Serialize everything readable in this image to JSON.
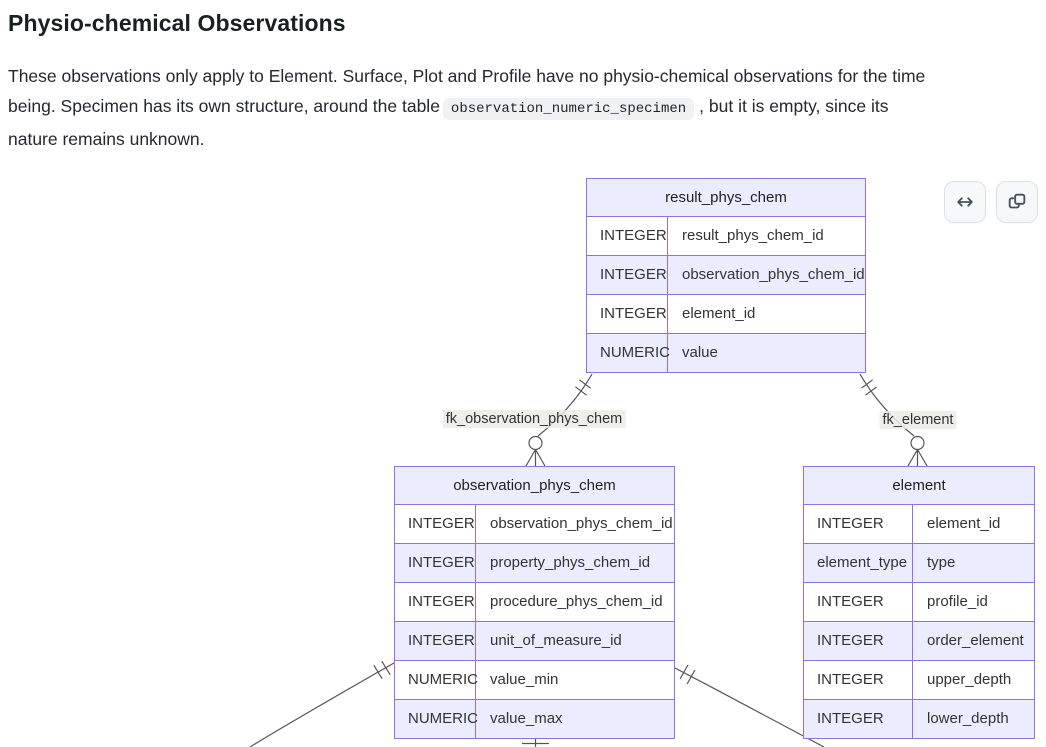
{
  "document": {
    "title": "Physio-chemical Observations",
    "paragraph": {
      "line1": "These observations only apply to Element. Surface, Plot and Profile have no physio-chemical observations for the time",
      "line2_before_code": "being. Specimen has its own structure, around the table",
      "line2_code": "observation_numeric_specimen",
      "line2_after_code": ", but it is empty, since its",
      "line3": "nature remains unknown."
    }
  },
  "toolbar": {
    "expand_icon": "arrows-left-right-icon",
    "copy_icon": "copy-icon"
  },
  "diagram": {
    "type": "er-diagram",
    "relationships": [
      {
        "label": "fk_observation_phys_chem",
        "from": "result_phys_chem",
        "to": "observation_phys_chem",
        "cardinality": "exactly-one to zero-or-many"
      },
      {
        "label": "fk_element",
        "from": "result_phys_chem",
        "to": "element",
        "cardinality": "exactly-one to zero-or-many"
      }
    ],
    "entities": [
      {
        "name": "result_phys_chem",
        "attributes": [
          {
            "type": "INTEGER",
            "name": "result_phys_chem_id"
          },
          {
            "type": "INTEGER",
            "name": "observation_phys_chem_id"
          },
          {
            "type": "INTEGER",
            "name": "element_id"
          },
          {
            "type": "NUMERIC",
            "name": "value"
          }
        ]
      },
      {
        "name": "observation_phys_chem",
        "attributes": [
          {
            "type": "INTEGER",
            "name": "observation_phys_chem_id"
          },
          {
            "type": "INTEGER",
            "name": "property_phys_chem_id"
          },
          {
            "type": "INTEGER",
            "name": "procedure_phys_chem_id"
          },
          {
            "type": "INTEGER",
            "name": "unit_of_measure_id"
          },
          {
            "type": "NUMERIC",
            "name": "value_min"
          },
          {
            "type": "NUMERIC",
            "name": "value_max"
          }
        ]
      },
      {
        "name": "element",
        "attributes": [
          {
            "type": "INTEGER",
            "name": "element_id"
          },
          {
            "type": "element_type",
            "name": "type"
          },
          {
            "type": "INTEGER",
            "name": "profile_id"
          },
          {
            "type": "INTEGER",
            "name": "order_element"
          },
          {
            "type": "INTEGER",
            "name": "upper_depth"
          },
          {
            "type": "INTEGER",
            "name": "lower_depth"
          }
        ]
      }
    ],
    "colors": {
      "entity_border": "#9370DB",
      "entity_header_fill": "#ECECFF",
      "row_alt_fill": "#ECECFF",
      "relationship_line": "#555555"
    }
  }
}
